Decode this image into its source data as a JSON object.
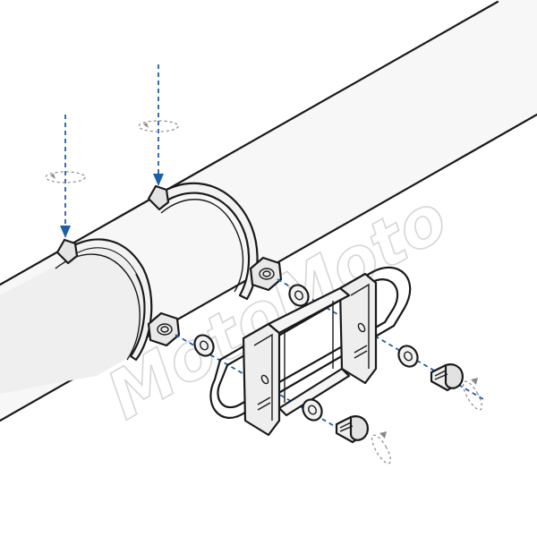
{
  "figure": {
    "background": "#ffffff",
    "line_color": "#1a1a1a",
    "part_fill": "#f4f4f4",
    "tube_fill": "#f7f7f7",
    "axis_color": "#1d5fa8",
    "rotation_color": "#8a8a8a"
  },
  "watermark": {
    "text": "MotoMoto",
    "color": "#d6d6d6",
    "icon": "eagle-head-icon"
  },
  "parts": {
    "tube": "tube",
    "clamps": [
      "clamp-left",
      "clamp-right"
    ],
    "washers": [
      "washer-1",
      "washer-2",
      "washer-3",
      "washer-4"
    ],
    "bolts": [
      "bolt-left",
      "bolt-right"
    ],
    "bracket": "u-bracket"
  },
  "icons": [
    "arrow-down-icon",
    "rotate-arrow-icon",
    "eagle-head-icon"
  ]
}
